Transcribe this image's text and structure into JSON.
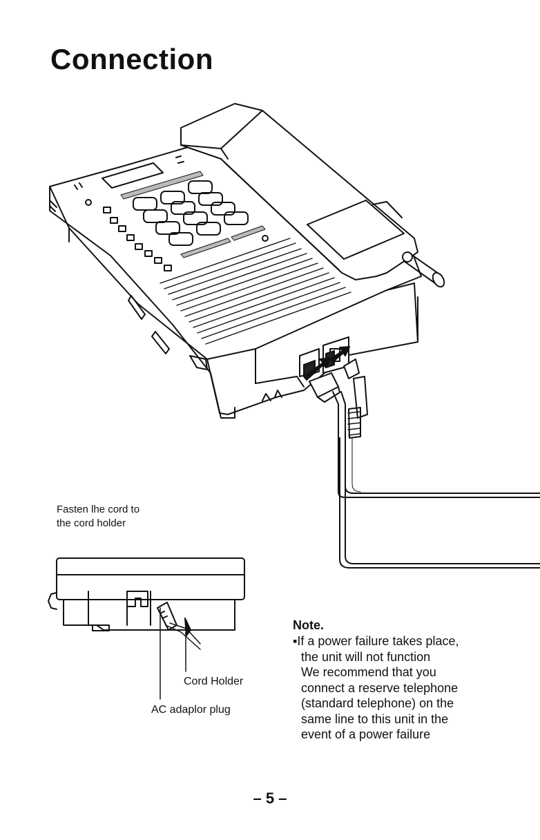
{
  "heading": "Connection",
  "figure": {
    "caption_line1": "Fasten lhe cord to",
    "caption_line2": "the cord holder",
    "label_cord_holder": "Cord Holder",
    "label_ac_adaptor": "AC adaplor plug"
  },
  "note": {
    "heading": "Note.",
    "bullet": "▪If a power failure takes place,",
    "lines": [
      "the unit will not function",
      "We recommend that you",
      "connect a reserve telephone",
      "(standard telephone) on the",
      "same line to this unit in the",
      "event of a power failure"
    ]
  },
  "page_number": "– 5 –"
}
